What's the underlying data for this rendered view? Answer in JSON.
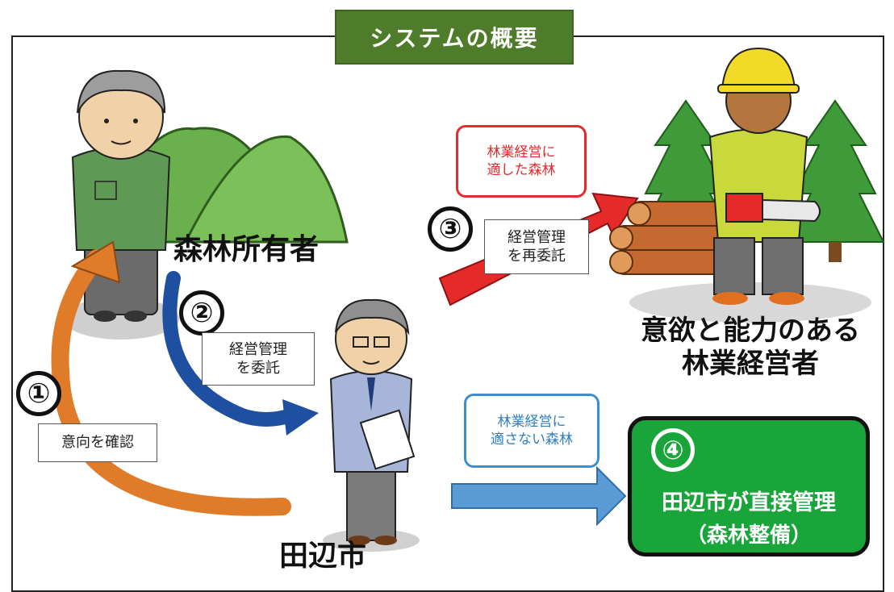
{
  "title": "システムの概要",
  "actors": {
    "owner": "森林所有者",
    "city": "田辺市",
    "manager_line1": "意欲と能力のある",
    "manager_line2": "林業経営者"
  },
  "steps": {
    "step1": {
      "number": "①",
      "label": "意向を確認"
    },
    "step2": {
      "number": "②",
      "label_line1": "経営管理",
      "label_line2": "を委託"
    },
    "step3": {
      "number": "③",
      "label_line1": "経営管理",
      "label_line2": "を再委託"
    },
    "step4": {
      "number": "④",
      "label_line1": "田辺市が直接管理",
      "label_line2": "（森林整備）"
    }
  },
  "forest_types": {
    "suitable_line1": "林業経営に",
    "suitable_line2": "適した森林",
    "unsuitable_line1": "林業経営に",
    "unsuitable_line2": "適さない森林"
  },
  "colors": {
    "title_bg": "#4f7c2a",
    "step1_arrow": "#e07b2a",
    "step2_arrow": "#1e4fa0",
    "step3_arrow": "#e52a2a",
    "step4_arrow": "#5b9bd5",
    "step4_box": "#19a53a"
  }
}
